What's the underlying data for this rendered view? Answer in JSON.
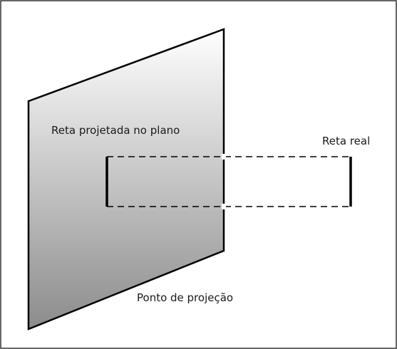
{
  "labels": {
    "projected_line": "Reta projetada no plano",
    "real_line": "Reta real",
    "projection_point": "Ponto de projeção"
  },
  "colors": {
    "plane_top": "#ffffff",
    "plane_bottom": "#8c8c8c",
    "stroke": "#000000",
    "text": "#1a1a1a"
  }
}
